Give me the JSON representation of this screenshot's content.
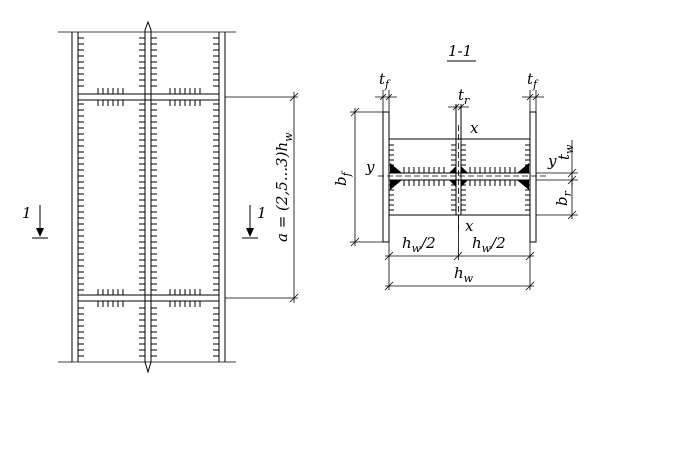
{
  "drawing": {
    "elevation": {
      "section_mark_left": "1",
      "section_mark_right": "1",
      "spacing_label": "a = (2,5...3)h",
      "spacing_label_sub": "w"
    },
    "section": {
      "title": "1-1",
      "tf_left": "t",
      "tf_left_sub": "f",
      "tf_right": "t",
      "tf_right_sub": "f",
      "tr": "t",
      "tr_sub": "r",
      "tw": "t",
      "tw_sub": "w",
      "bf": "b",
      "bf_sub": "f",
      "br": "b",
      "br_sub": "r",
      "axis_x_top": "x",
      "axis_x_bottom": "x",
      "axis_y_left": "y",
      "axis_y_right": "y",
      "half_left": "h",
      "half_left_sub": "w",
      "half_left_tail": "/2",
      "half_right": "h",
      "half_right_sub": "w",
      "half_right_tail": "/2",
      "total": "h",
      "total_sub": "w"
    }
  }
}
